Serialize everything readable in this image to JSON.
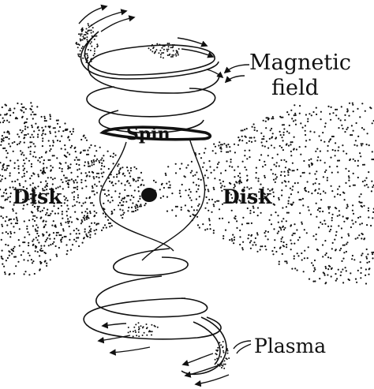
{
  "labels": {
    "magnetic_line1": "Magnetic",
    "magnetic_line2": "field",
    "spin": "Spin",
    "disk_left": "Disk",
    "disk_right": "Disk",
    "plasma": "Plasma"
  },
  "colors": {
    "ink": "#111111",
    "background": "#ffffff"
  }
}
